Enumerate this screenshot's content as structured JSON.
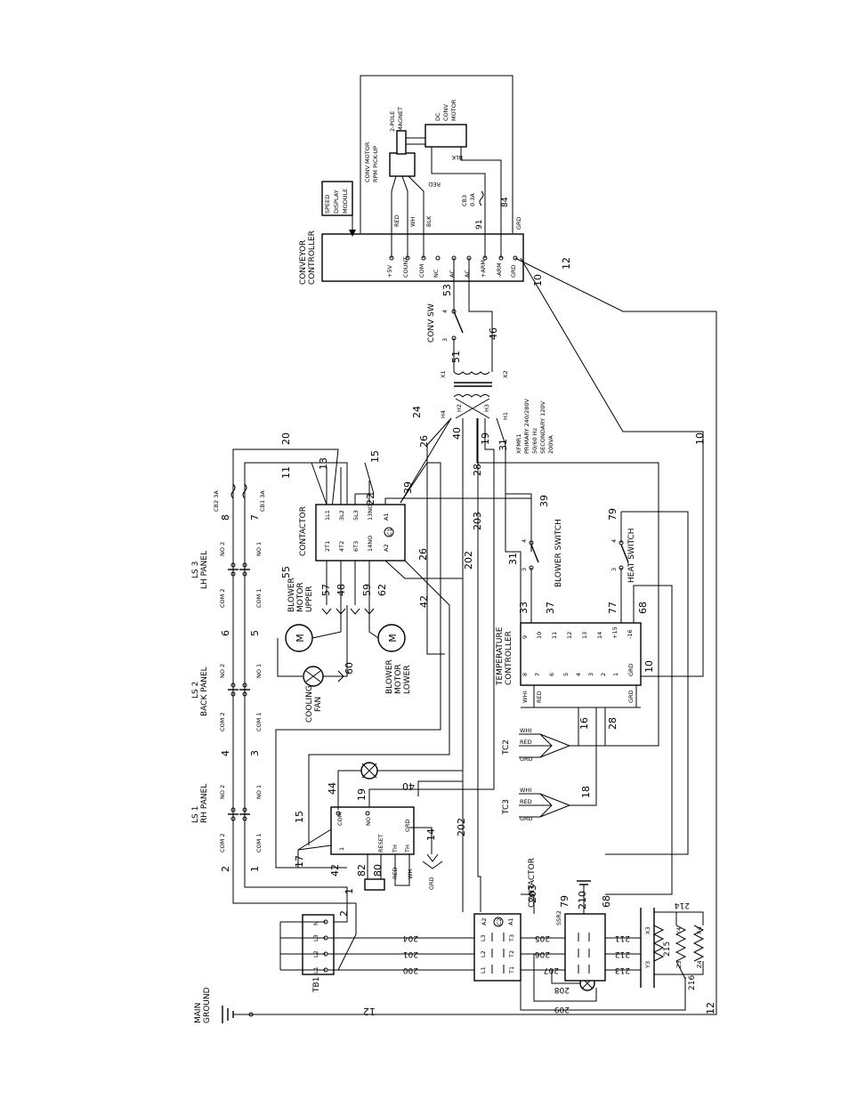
{
  "components": {
    "tb1": "TB1",
    "main_ground": [
      "MAIN",
      "GROUND"
    ],
    "tb1_pins": [
      "N",
      "L3",
      "L2",
      "L1"
    ],
    "contactor_top": "CONTACTOR",
    "contactor_top_pins": [
      "1L1",
      "3L2",
      "5L3",
      "13NO",
      "A1",
      "2T1",
      "4T2",
      "6T3",
      "14NO",
      "A2",
      "C1"
    ],
    "contactor_bottom": "CONTACTOR",
    "contactor_bottom_pins": [
      "A2",
      "A1",
      "C2",
      "L3",
      "T3",
      "L2",
      "T2",
      "L1",
      "T1"
    ],
    "cb2": "CB2 3A",
    "cb1": "CB1 3A",
    "ls1": [
      "LS 1",
      "RH PANEL"
    ],
    "ls2": [
      "LS 2",
      "BACK PANEL"
    ],
    "ls3": [
      "LS 3",
      "LH PANEL"
    ],
    "ls_contacts": [
      "NO 2",
      "COM 2",
      "NO 1",
      "COM 1"
    ],
    "blower_upper": [
      "BLOWER",
      "MOTOR",
      "UPPER"
    ],
    "blower_lower": [
      "BLOWER",
      "MOTOR",
      "LOWER"
    ],
    "cooling_fan": [
      "COOLING",
      "FAN"
    ],
    "motor_symbol": "M",
    "temp_controller": [
      "TEMPERATURE",
      "CONTROLLER"
    ],
    "temp_pins_top": [
      "9",
      "10",
      "11",
      "12",
      "13",
      "14",
      "+15",
      "-16"
    ],
    "temp_pins_bottom": [
      "8",
      "7",
      "6",
      "5",
      "4",
      "3",
      "2",
      "1",
      "GRD"
    ],
    "temp_wire_labels": [
      "WHI",
      "RED",
      "GRD"
    ],
    "tc2": "TC2",
    "tc3": "TC3",
    "tc_colors": [
      "WHI",
      "RED",
      "GRD"
    ],
    "xfmr": [
      "XFMR1",
      "PRIMARY 240/280V",
      "50/60 Hz",
      "SECONDARY 120V",
      "200VA"
    ],
    "xfmr_pins": [
      "H4",
      "H2",
      "H3",
      "H1",
      "X1",
      "X2"
    ],
    "conv_sw": "CONV SW",
    "blower_switch": "BLOWER SWITCH",
    "heat_switch": "HEAT SWITCH",
    "conveyor_controller": [
      "CONVEYOR",
      "CONTROLLER"
    ],
    "cc_pins": [
      "+5V",
      "COUNT",
      "COM",
      "NC",
      "AC",
      "AC",
      "+ARM",
      "-ARM",
      "GRD"
    ],
    "speed_display": [
      "SPEED",
      "DISPLAY",
      "MODULE"
    ],
    "rpm_pickup": [
      "CONV MOTOR",
      "RPM PICK-UP"
    ],
    "magnet": [
      "2-POLE",
      "MAGNET"
    ],
    "dc_motor": [
      "DC",
      "CONV",
      "MOTOR"
    ],
    "cb3": [
      "CB3",
      "0.3A"
    ],
    "motor_wires": [
      "RED",
      "WH",
      "BLK",
      "RED",
      "BLK"
    ],
    "ignition_pins": [
      "COM",
      "NO",
      "GRD",
      "1",
      "RESET",
      "TH",
      "TH"
    ],
    "ignition_wires": [
      "RED",
      "WH",
      "GRD"
    ],
    "ssr": "SSR2",
    "heater_pins": [
      "X3",
      "Y4",
      "X4",
      "Y3",
      "Z3",
      "Z4"
    ]
  },
  "wire_numbers": {
    "n1": "1",
    "n2": "2",
    "n3": "3",
    "n4": "4",
    "n5": "5",
    "n6": "6",
    "n7": "7",
    "n8": "8",
    "n10a": "10",
    "n10b": "10",
    "n10c": "10",
    "n11": "11",
    "n12a": "12",
    "n12b": "12",
    "n12c": "12",
    "n13": "13",
    "n14": "14",
    "n15a": "15",
    "n15b": "15",
    "n16": "16",
    "n17": "17",
    "n18": "18",
    "n19a": "19",
    "n19b": "19",
    "n20": "20",
    "n22": "22",
    "n24": "24",
    "n26a": "26",
    "n26b": "26",
    "n28a": "28",
    "n28b": "28",
    "n31a": "31",
    "n31b": "31",
    "n33": "33",
    "n37": "37",
    "n39a": "39",
    "n39b": "39",
    "n40a": "40",
    "n40b": "40",
    "n42a": "42",
    "n42b": "42",
    "n44": "44",
    "n46": "46",
    "n48": "48",
    "n51": "51",
    "n53": "53",
    "n55": "55",
    "n57": "57",
    "n59": "59",
    "n60": "60",
    "n62": "62",
    "n68a": "68",
    "n68b": "68",
    "n77": "77",
    "n79a": "79",
    "n79b": "79",
    "n80": "80",
    "n82": "82",
    "n84": "84",
    "n91": "91",
    "n200": "200",
    "n201": "201",
    "n202a": "202",
    "n202b": "202",
    "n203a": "203",
    "n203b": "203",
    "n204": "204",
    "n205": "205",
    "n206": "206",
    "n207": "207",
    "n208": "208",
    "n209": "209",
    "n210": "210",
    "n211": "211",
    "n212": "212",
    "n213": "213",
    "n214": "214",
    "n215": "215",
    "n216": "216"
  }
}
